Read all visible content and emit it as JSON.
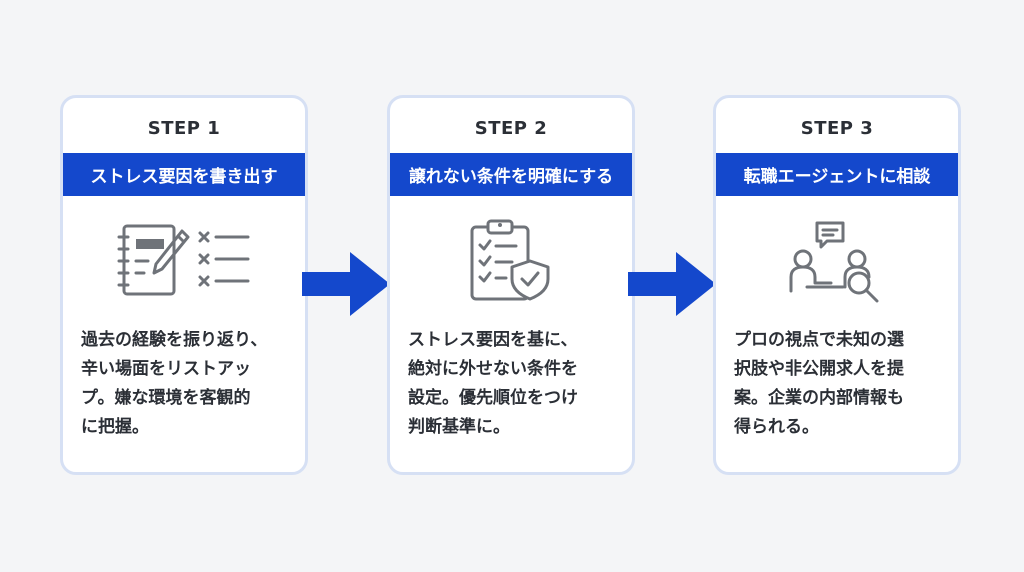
{
  "steps": [
    {
      "label": "STEP 1",
      "title": "ストレス要因を書き出す",
      "icon": "notebook-checklist-icon",
      "description": "過去の経験を振り返り、\n辛い場面をリストアッ\nプ。嫌な環境を客観的\nに把握。"
    },
    {
      "label": "STEP 2",
      "title": "譲れない条件を明確にする",
      "icon": "clipboard-shield-icon",
      "description": "ストレス要因を基に、\n絶対に外せない条件を\n設定。優先順位をつけ\n判断基準に。"
    },
    {
      "label": "STEP 3",
      "title": "転職エージェントに相談",
      "icon": "consultation-icon",
      "description": "プロの視点で未知の選\n択肢や非公開求人を提\n案。企業の内部情報も\n得られる。"
    }
  ],
  "colors": {
    "accent": "#1448cc",
    "icon": "#6f7379",
    "card_border": "#d6e0f4",
    "background": "#f4f5f7"
  }
}
